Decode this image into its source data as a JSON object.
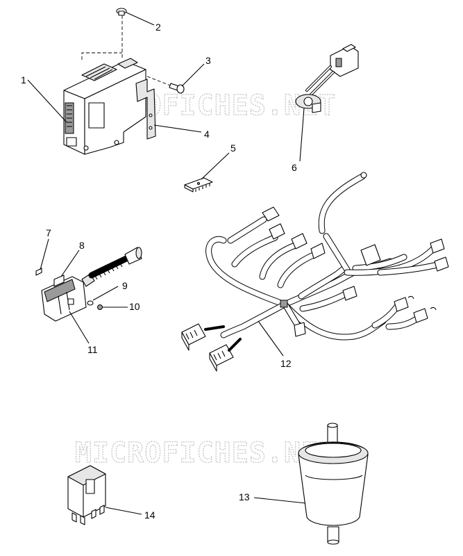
{
  "watermark": {
    "top": "MICROFICHES.NET",
    "bottom": "MICROFICHES.NET"
  },
  "callouts": [
    {
      "number": "1",
      "part": "control-module"
    },
    {
      "number": "2",
      "part": "screw"
    },
    {
      "number": "3",
      "part": "bolt"
    },
    {
      "number": "4",
      "part": "mounting-bracket"
    },
    {
      "number": "5",
      "part": "chip"
    },
    {
      "number": "6",
      "part": "sensor"
    },
    {
      "number": "7",
      "part": "screw"
    },
    {
      "number": "8",
      "part": "clip"
    },
    {
      "number": "9",
      "part": "washer"
    },
    {
      "number": "10",
      "part": "nut"
    },
    {
      "number": "11",
      "part": "sensor-with-cable"
    },
    {
      "number": "12",
      "part": "wiring-harness"
    },
    {
      "number": "13",
      "part": "fuel-filter"
    },
    {
      "number": "14",
      "part": "relay"
    }
  ]
}
